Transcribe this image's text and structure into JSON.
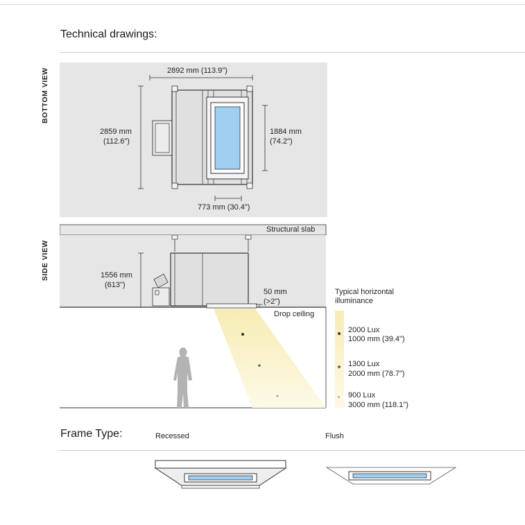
{
  "section_title": "Technical drawings:",
  "bottom_view": {
    "label": "BOTTOM VIEW",
    "width_dim": "2892 mm  (113.9\")",
    "depth_dim_line1": "2859 mm",
    "depth_dim_line2": "(112.6\")",
    "panel_dim_line1": "1884 mm",
    "panel_dim_line2": "(74.2\")",
    "panel_width_dim": "773 mm  (30.4\")"
  },
  "side_view": {
    "label": "SIDE VIEW",
    "structural_slab": "Structural slab",
    "drop_ceiling": "Drop ceiling",
    "height_dim_line1": "1556 mm",
    "height_dim_line2": "(613\")",
    "gap_dim_line1": "50 mm",
    "gap_dim_line2": "(>2\")"
  },
  "illuminance": {
    "title_line1": "Typical horizontal",
    "title_line2": "illuminance",
    "entries": [
      {
        "lux": "2000 Lux",
        "distance": "1000 mm (39.4\")"
      },
      {
        "lux": "1300 Lux",
        "distance": "2000 mm (78.7\")"
      },
      {
        "lux": "900 Lux",
        "distance": "3000 mm (118.1\")"
      }
    ]
  },
  "frame_type": {
    "title": "Frame Type:",
    "recessed": "Recessed",
    "flush": "Flush"
  },
  "colors": {
    "panel_gray": "#e6e6e6",
    "sky_blue": "#9fd0f2",
    "light_beam": "#fbf3c9",
    "person": "#b3b3b3"
  }
}
